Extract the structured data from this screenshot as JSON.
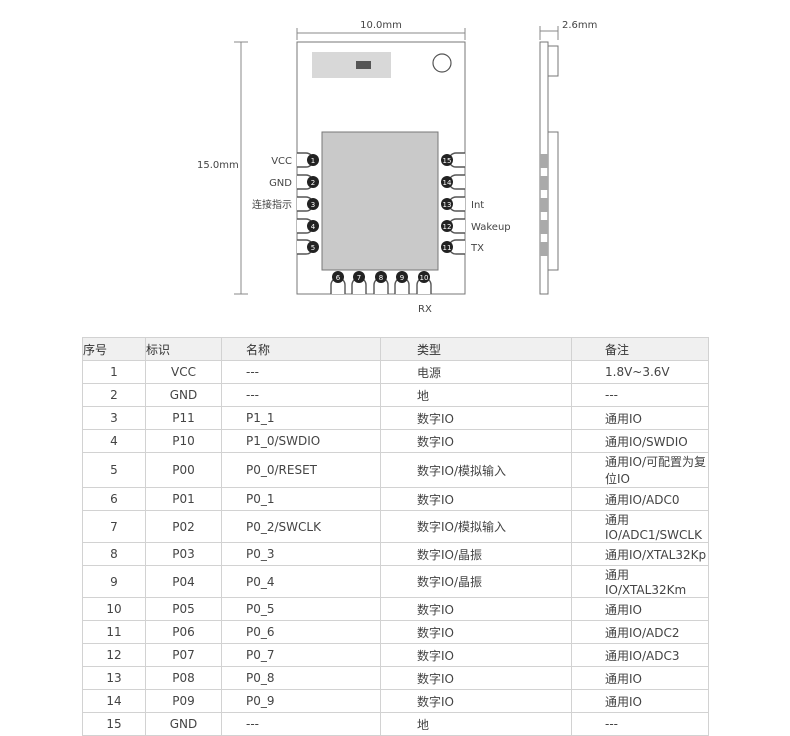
{
  "dimensions": {
    "width": "10.0mm",
    "height": "15.0mm",
    "thickness": "2.6mm"
  },
  "left_pins": [
    {
      "num": "1",
      "label": "VCC"
    },
    {
      "num": "2",
      "label": "GND"
    },
    {
      "num": "3",
      "label": "连接指示"
    },
    {
      "num": "4",
      "label": ""
    },
    {
      "num": "5",
      "label": ""
    }
  ],
  "bottom_pins": [
    "6",
    "7",
    "8",
    "9",
    "10"
  ],
  "bottom_label": "RX",
  "right_pins": [
    {
      "num": "15",
      "label": ""
    },
    {
      "num": "14",
      "label": ""
    },
    {
      "num": "13",
      "label": "Int"
    },
    {
      "num": "12",
      "label": "Wakeup"
    },
    {
      "num": "11",
      "label": "TX"
    }
  ],
  "table": {
    "headers": [
      "序号",
      "标识",
      "名称",
      "类型",
      "备注"
    ],
    "rows": [
      [
        "1",
        "VCC",
        "---",
        "电源",
        "1.8V~3.6V"
      ],
      [
        "2",
        "GND",
        "---",
        "地",
        "---"
      ],
      [
        "3",
        "P11",
        "P1_1",
        "数字IO",
        "通用IO"
      ],
      [
        "4",
        "P10",
        "P1_0/SWDIO",
        "数字IO",
        "通用IO/SWDIO"
      ],
      [
        "5",
        "P00",
        "P0_0/RESET",
        "数字IO/模拟输入",
        "通用IO/可配置为复位IO"
      ],
      [
        "6",
        "P01",
        "P0_1",
        "数字IO",
        "通用IO/ADC0"
      ],
      [
        "7",
        "P02",
        "P0_2/SWCLK",
        "数字IO/模拟输入",
        "通用IO/ADC1/SWCLK"
      ],
      [
        "8",
        "P03",
        "P0_3",
        "数字IO/晶振",
        "通用IO/XTAL32Kp"
      ],
      [
        "9",
        "P04",
        "P0_4",
        "数字IO/晶振",
        "通用IO/XTAL32Km"
      ],
      [
        "10",
        "P05",
        "P0_5",
        "数字IO",
        "通用IO"
      ],
      [
        "11",
        "P06",
        "P0_6",
        "数字IO",
        "通用IO/ADC2"
      ],
      [
        "12",
        "P07",
        "P0_7",
        "数字IO",
        "通用IO/ADC3"
      ],
      [
        "13",
        "P08",
        "P0_8",
        "数字IO",
        "通用IO"
      ],
      [
        "14",
        "P09",
        "P0_9",
        "数字IO",
        "通用IO"
      ],
      [
        "15",
        "GND",
        "---",
        "地",
        "---"
      ]
    ]
  }
}
